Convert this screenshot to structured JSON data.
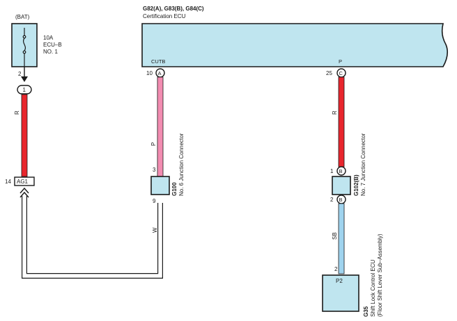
{
  "header": {
    "part_codes": "G82(A), G83(B), G84(C)",
    "ecu_name": "Certification ECU"
  },
  "fuse": {
    "source": "(BAT)",
    "rating": "10A",
    "name": "ECU–B",
    "number": "NO. 1",
    "pin": "2",
    "connector_label": "1",
    "wire_color": "R"
  },
  "ecu": {
    "cutb_label": "CUTB",
    "cutb_pin": "10",
    "cutb_conn": "A",
    "p_label": "P",
    "p_pin": "25",
    "p_conn": "C"
  },
  "ag1": {
    "pin": "14",
    "label": "AG1"
  },
  "junction_g100": {
    "code": "G100",
    "name": "No. 6 Junction Connector",
    "pin_in": "3",
    "pin_out": "9",
    "wire_in": "P",
    "wire_out": "W"
  },
  "junction_g102": {
    "code": "G102(B)",
    "name": "No. 7 Junction Connector",
    "pin_in": "1",
    "pin_out": "2",
    "conn_in": "B",
    "conn_out": "B",
    "wire_in": "R",
    "wire_out": "SB"
  },
  "g35": {
    "code": "G35",
    "name": "Shift Lock Control ECU",
    "subname": "(Floor Shift Lever Sub–Assembly)",
    "pin": "2",
    "terminal": "P2"
  },
  "colors": {
    "box_fill": "#bfe5ef",
    "wire_red": "#e8262d",
    "wire_pink": "#f28cb1",
    "wire_sky": "#9fd3ee",
    "wire_white_outline": "#1a1a1a"
  }
}
